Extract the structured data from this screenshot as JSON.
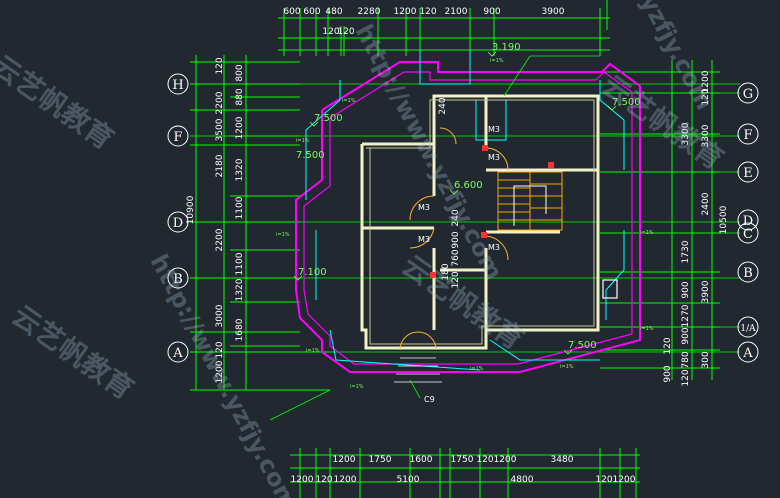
{
  "top_dims_row1": [
    "600",
    "600",
    "480",
    "2280",
    "1200",
    "120",
    "2100",
    "900",
    "3900"
  ],
  "top_dims_row2": [
    "120",
    "120"
  ],
  "bottom_dims_row1": [
    "1200",
    "1750",
    "1600",
    "1750",
    "120",
    "1200",
    "3480"
  ],
  "bottom_dims_row2": [
    "1200",
    "120",
    "1200",
    "5100",
    "4800",
    "120",
    "1200"
  ],
  "left_dims_inner": [
    "120",
    "800",
    "2200",
    "880",
    "1200",
    "2180",
    "1320",
    "1100",
    "2200",
    "1100",
    "1320",
    "3000",
    "1680",
    "120",
    "1200"
  ],
  "left_dims_outer": [
    "3500",
    "10900"
  ],
  "right_dims_inner": [
    "1200",
    "120",
    "3300",
    "2400",
    "1730",
    "900",
    "1270",
    "900",
    "120",
    "780",
    "300",
    "900",
    "120"
  ],
  "right_dims_outer": [
    "3300",
    "10500",
    "3900"
  ],
  "axes_left": [
    "H",
    "F",
    "D",
    "B",
    "A"
  ],
  "axes_right": [
    "G",
    "F",
    "E",
    "D",
    "C",
    "B",
    "1/A",
    "A"
  ],
  "levels": [
    "3.190",
    "7.500",
    "7.500",
    "7.500",
    "6.600",
    "7.100",
    "7.500"
  ],
  "door_labels": [
    "M3",
    "M3",
    "M3",
    "M3",
    "M3"
  ],
  "wall_dims": [
    "240",
    "760",
    "900",
    "180",
    "120",
    "240"
  ],
  "other_labels": [
    "C9"
  ],
  "slope_labels": [
    "i=1%",
    "i=1%",
    "i=1%",
    "i=1%",
    "i=1%",
    "i=1%",
    "i=1%",
    "i=1%",
    "i=1%",
    "i=1%"
  ],
  "watermarks": [
    "http://www.yzfjy.com",
    "http://www.yzfjy.com",
    "yzfjy.com",
    "云艺帆教育",
    "云艺帆教育",
    "云艺帆教育",
    "云艺帆教育"
  ],
  "colors": {
    "background": "#212830",
    "dimension": "#00ff00",
    "roof_outline": "#ff00ff",
    "wall": "#f0f0c8",
    "axis": "#ffffff",
    "cyan": "#00ffff",
    "level": "#7cff5a",
    "column": "#ff3030",
    "stair": "#ffa500"
  }
}
